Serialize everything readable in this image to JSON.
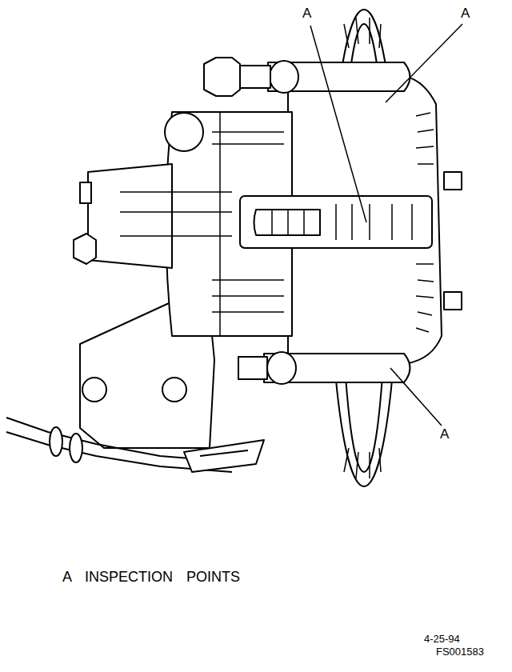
{
  "diagram": {
    "labels": [
      "A",
      "A",
      "A",
      "A INSPECTION POINTS",
      "4-25-94",
      "FS001583"
    ]
  }
}
